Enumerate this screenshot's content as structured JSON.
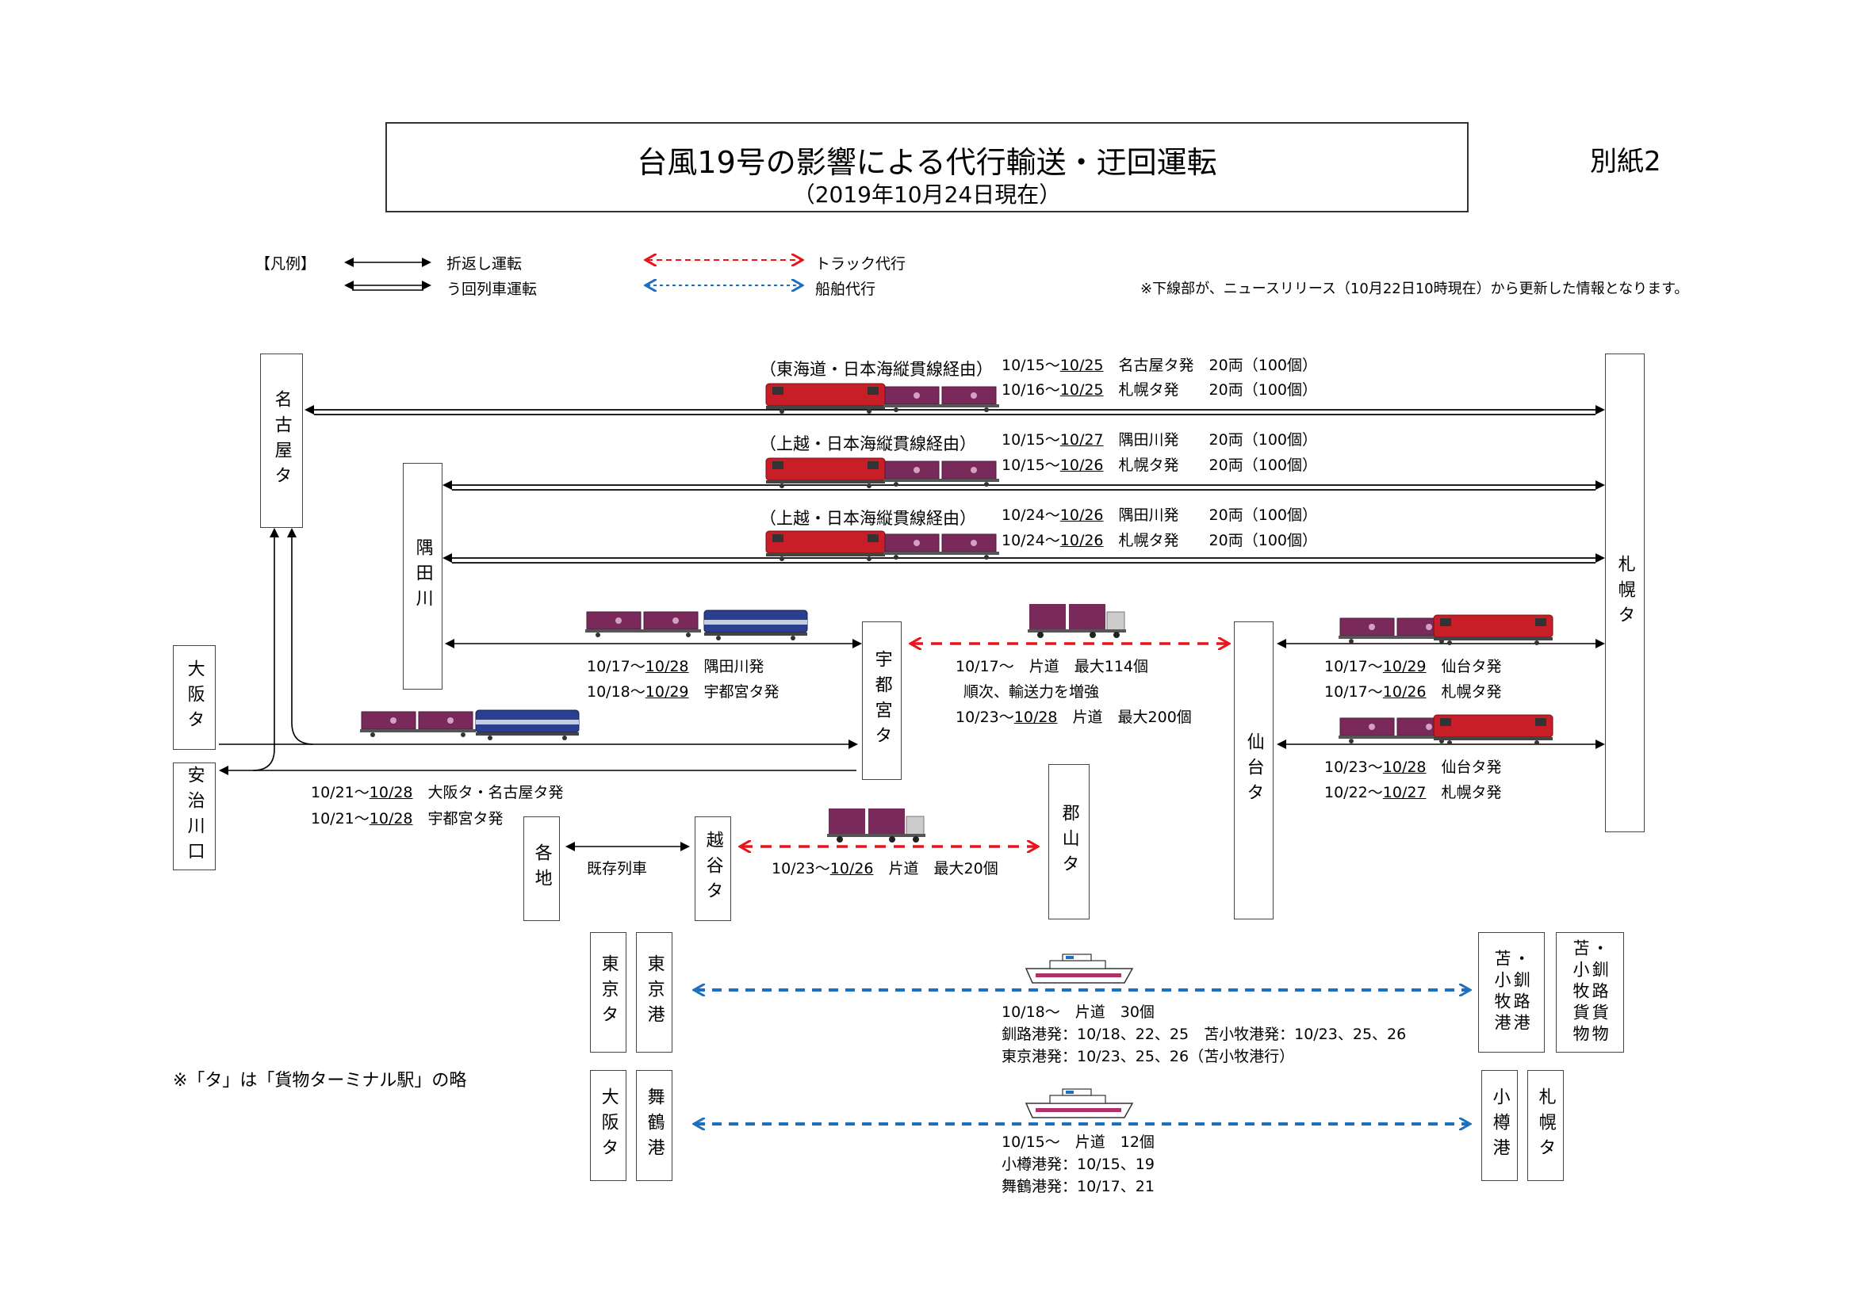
{
  "header": {
    "title": "台風19号の影響による代行輸送・迂回運転",
    "subtitle": "（2019年10月24日現在）",
    "annex": "別紙2"
  },
  "legend": {
    "label": "【凡例】",
    "items": [
      {
        "text": "折返し運転",
        "style": "single-arrow",
        "color": "#000000"
      },
      {
        "text": "う回列車運転",
        "style": "double-arrow",
        "color": "#000000"
      },
      {
        "text": "トラック代行",
        "style": "dashed-arrow",
        "color": "#e8151b"
      },
      {
        "text": "船舶代行",
        "style": "dashed-arrow",
        "color": "#1f6fbf"
      }
    ],
    "note": "※下線部が、ニュースリリース（10月22日10時現在）から更新した情報となります。"
  },
  "colors": {
    "truck": "#e8151b",
    "ship": "#1f6fbf",
    "container": "#7a2a5a",
    "loco_red": "#c81e28",
    "loco_blue": "#2a3f8f"
  },
  "stations": {
    "nagoya": "名古屋タ",
    "sumidagawa": "隅田川",
    "osaka": "大阪タ",
    "ajikawa": "安治川口",
    "utsunomiya": "宇都宮タ",
    "sendai": "仙台タ",
    "sapporo": "札幌タ",
    "koriyama": "郡山タ",
    "koshigaya": "越谷タ",
    "kakuchi": "各地",
    "tokyo_t": "東京タ",
    "tokyo_port": "東京港",
    "osaka_t2": "大阪タ",
    "maizuru": "舞鶴港",
    "kushiro": "・釧路港",
    "tomakomai_port": "苫小牧港",
    "kushiro_cargo": "・釧路貨物",
    "tomakomai_cargo": "苫小牧貨物",
    "otaru": "小樽港",
    "sapporo2": "札幌タ"
  },
  "routes": {
    "r1": {
      "via": "（東海道・日本海縦貫線経由）",
      "l1a": "10/15～",
      "l1u": "10/25",
      "l1b": "名古屋タ発　20両（100個）",
      "l2a": "10/16～",
      "l2u": "10/25",
      "l2b": "札幌タ発　　20両（100個）"
    },
    "r2": {
      "via": "（上越・日本海縦貫線経由）",
      "l1a": "10/15～",
      "l1u": "10/27",
      "l1b": "隅田川発　　20両（100個）",
      "l2a": "10/15～",
      "l2u": "10/26",
      "l2b": "札幌タ発　　20両（100個）"
    },
    "r3": {
      "via": "（上越・日本海縦貫線経由）",
      "l1a": "10/24～",
      "l1u": "10/26",
      "l1b": "隅田川発　　20両（100個）",
      "l2a": "10/24～",
      "l2u": "10/26",
      "l2b": "札幌タ発　　20両（100個）"
    },
    "sumida_utsu": {
      "l1a": "10/17～",
      "l1u": "10/28",
      "l1b": "隅田川発",
      "l2a": "10/18～",
      "l2u": "10/29",
      "l2b": "宇都宮タ発"
    },
    "truck_utsu_sendai": {
      "l1": "10/17～　片道　最大114個",
      "l2": "順次、輸送力を増強",
      "l3a": "10/23～",
      "l3u": "10/28",
      "l3b": "片道　最大200個"
    },
    "sendai_sapporo_1": {
      "l1a": "10/17～",
      "l1u": "10/29",
      "l1b": "仙台タ発",
      "l2a": "10/17～",
      "l2u": "10/26",
      "l2b": "札幌タ発"
    },
    "sendai_sapporo_2": {
      "l1a": "10/23～",
      "l1u": "10/28",
      "l1b": "仙台タ発",
      "l2a": "10/22～",
      "l2u": "10/27",
      "l2b": "札幌タ発"
    },
    "osaka_utsu": {
      "l1a": "10/21～",
      "l1u": "10/28",
      "l1b": "大阪タ・名古屋タ発",
      "l2a": "10/21～",
      "l2u": "10/28",
      "l2b": "宇都宮タ発"
    },
    "kakuchi_koshigaya": {
      "l1": "既存列車"
    },
    "truck_koshigaya_koriyama": {
      "l1a": "10/23～",
      "l1u": "10/26",
      "l1b": "片道　最大20個"
    },
    "ship_tokyo": {
      "l1": "10/18～　片道　30個",
      "l2": "釧路港発：10/18、22、25　苫小牧港発：10/23、25、26",
      "l3": "東京港発：10/23、25、26（苫小牧港行）"
    },
    "ship_maizuru": {
      "l1": "10/15～　片道　12個",
      "l2": "小樽港発：10/15、19",
      "l3": "舞鶴港発：10/17、21"
    }
  },
  "footnote": "※「タ」は「貨物ターミナル駅」の略"
}
